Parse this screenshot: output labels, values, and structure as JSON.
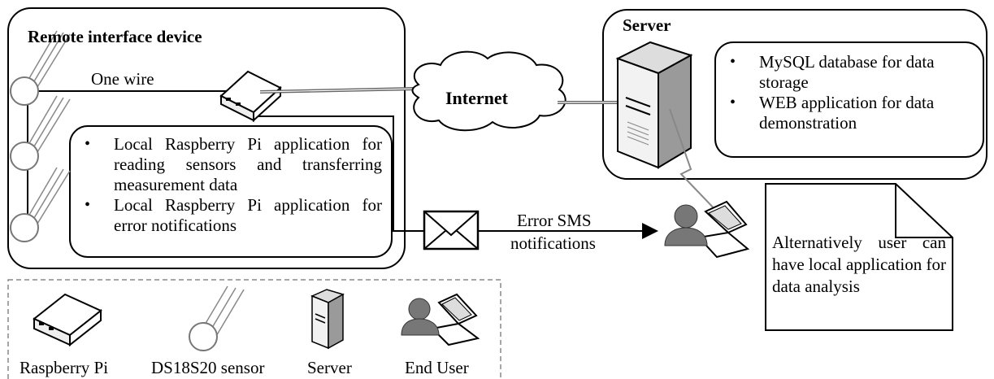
{
  "remote_device": {
    "title": "Remote interface device",
    "wire_label": "One wire",
    "apps": [
      "Local Raspberry Pi application for reading sensors and transferring measurement data",
      "Local Raspberry Pi application for error notifications"
    ]
  },
  "internet": {
    "label": "Internet"
  },
  "server": {
    "title": "Server",
    "apps": [
      "MySQL database for data storage",
      "WEB application for data demonstration"
    ]
  },
  "sms": {
    "line1": "Error SMS",
    "line2": "notifications"
  },
  "note": {
    "text": "Alternatively user can have local application for data analysis"
  },
  "legend": {
    "raspberry_pi": "Raspberry Pi",
    "sensor": "DS18S20 sensor",
    "server": "Server",
    "end_user": "End User"
  }
}
